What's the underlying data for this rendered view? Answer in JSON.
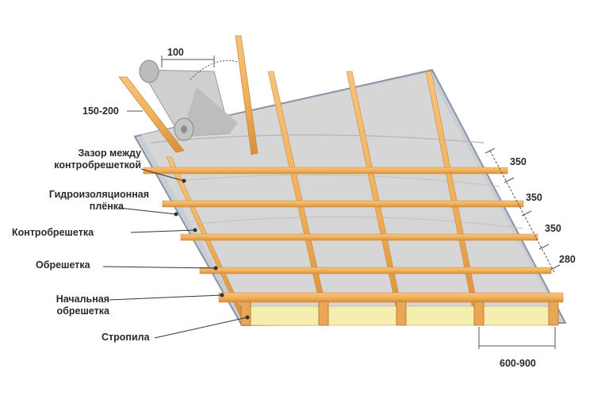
{
  "labels": {
    "gap": [
      "Зазор между",
      "контробрешеткой"
    ],
    "membrane": [
      "Гидроизоляционная",
      "плёнка"
    ],
    "counter_batten": "Контробрешетка",
    "batten": "Обрешетка",
    "start_batten": [
      "Начальная",
      "обрешетка"
    ],
    "rafters": "Стропила"
  },
  "dimensions": {
    "overlap": "100",
    "eave_overhang": "150-200",
    "batten_step_1": "350",
    "batten_step_2": "350",
    "batten_step_3": "350",
    "first_step": "280",
    "rafter_spacing": "600-900"
  },
  "colors": {
    "wood": "#f2b15c",
    "wood_dark": "#c97f2a",
    "membrane": "#d9d9d9",
    "insulation": "#f6eeb0",
    "leader": "#333333"
  }
}
